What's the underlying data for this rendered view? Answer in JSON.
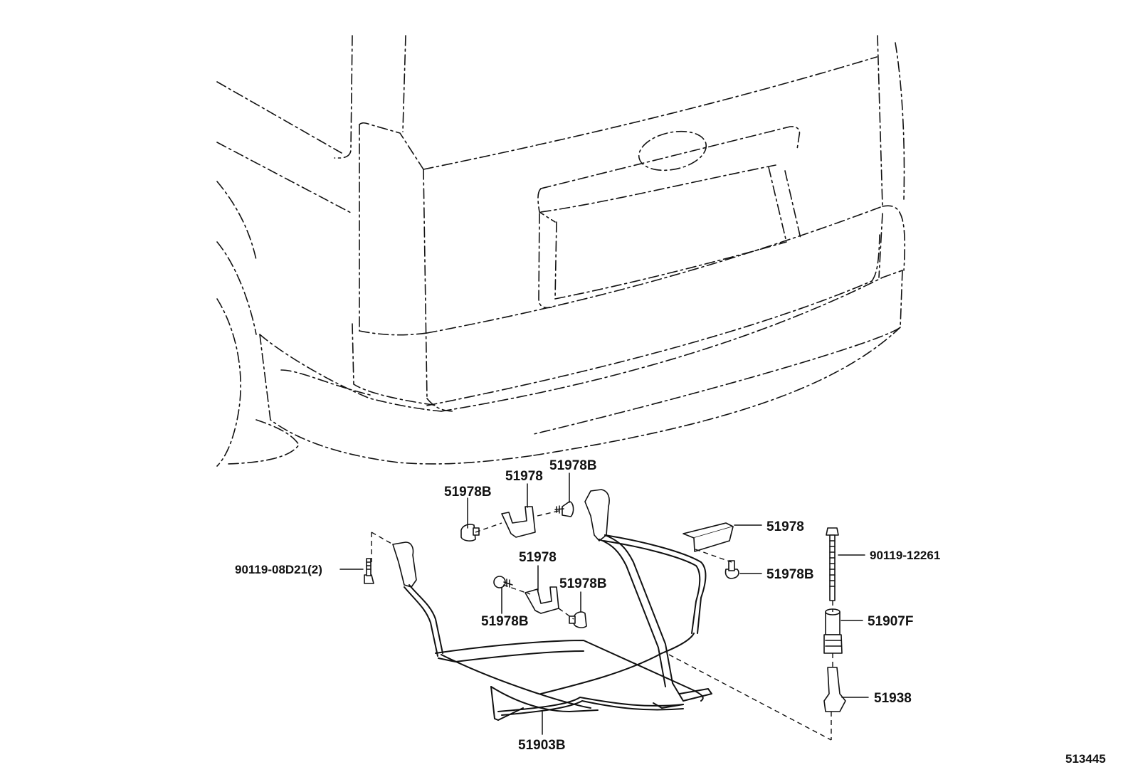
{
  "diagram": {
    "figure_code": "513445",
    "callouts": {
      "rear_bracket_left": "51978B",
      "bracket_upper": "51978",
      "rear_bracket_top": "51978B",
      "bracket_right": "51978",
      "clip_right": "51978B",
      "bolt_left": "90119-08D21(2)",
      "bolt_right": "90119-12261",
      "bracket_middle": "51978",
      "clip_middle_right": "51978B",
      "clip_middle_left": "51978B",
      "tube": "51907F",
      "tool": "51938",
      "carrier": "51903B"
    }
  }
}
